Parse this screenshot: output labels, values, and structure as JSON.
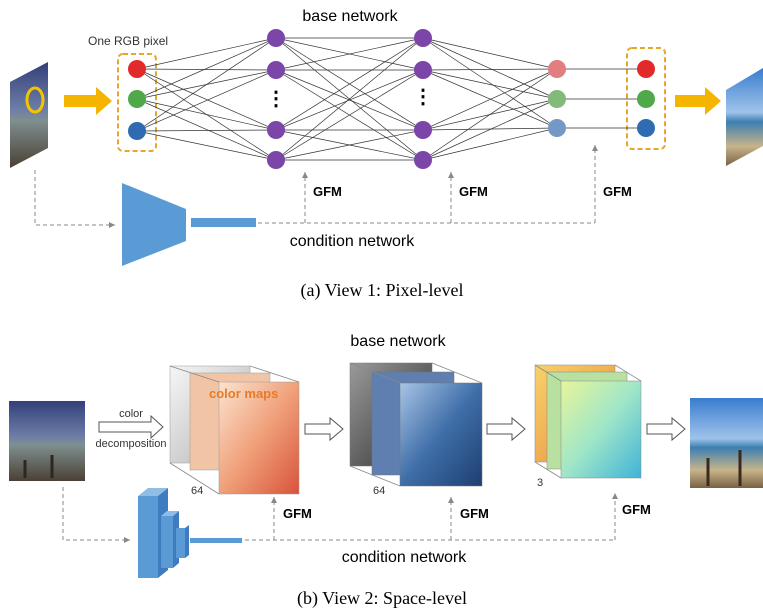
{
  "top": {
    "rgb_label": "One RGB pixel",
    "base_network_label": "base network",
    "condition_network_label": "condition network",
    "gfm_labels": [
      "GFM",
      "GFM",
      "GFM"
    ],
    "dots": "⋮",
    "caption": "(a) View 1: Pixel-level"
  },
  "bottom": {
    "base_network_label": "base network",
    "color_label": "color",
    "decomposition_label": "decomposition",
    "color_maps_label": "color maps",
    "channels_64_a": "64",
    "channels_64_b": "64",
    "channels_3": "3",
    "gfm_labels": [
      "GFM",
      "GFM",
      "GFM"
    ],
    "condition_network_label": "condition network",
    "caption": "(b) View 2: Space-level"
  },
  "colors": {
    "red": "#e32a2a",
    "green": "#4fa84a",
    "blue": "#2e6bb0",
    "purple": "#7b46a8",
    "dim_red": "#e27d80",
    "dim_green": "#84b97c",
    "dim_blue": "#7499c6",
    "orange_arrow": "#f5b400",
    "dashed_box": "#e5a82a",
    "condition_blue": "#5b9bd5"
  }
}
